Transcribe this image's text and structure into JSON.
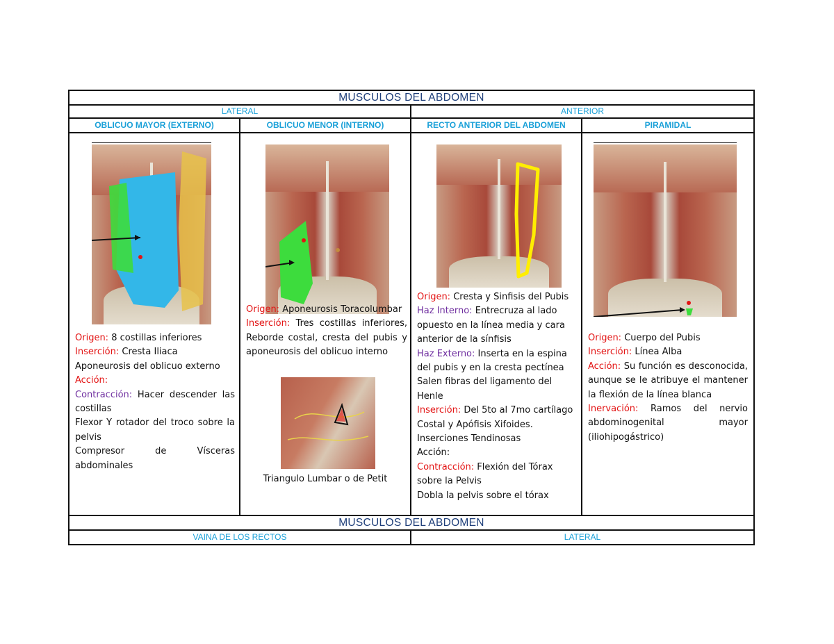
{
  "header": {
    "title": "MUSCULOS DEL ABDOMEN",
    "sections": {
      "lateral": "LATERAL",
      "anterior": "ANTERIOR"
    }
  },
  "columns": [
    "OBLICUO MAYOR (EXTERNO)",
    "OBLICUO MENOR (INTERNO)",
    "RECTO ANTERIOR DEL ABDOMEN",
    "PIRAMIDAL"
  ],
  "col1": {
    "origen_label": "Origen:",
    "origen": " 8 costillas inferiores",
    "insercion_label": "Inserción:",
    "insercion": " Cresta Iliaca",
    "aponeurosis": "Aponeurosis del oblicuo externo",
    "accion_label": "Acción:",
    "contraccion_label": "Contracción:",
    "contraccion": " Hacer descender las costillas",
    "flexor": "Flexor Y rotador del troco sobre la pelvis",
    "compresor": "Compresor de Vísceras abdominales"
  },
  "col2": {
    "origen_label": "Origen:",
    "origen": " Aponeurosis Toracolumbar",
    "insercion_label": "Inserción:",
    "insercion": " Tres costillas inferiores, Reborde costal, cresta del pubis y aponeurosis del oblicuo interno",
    "caption": "Triangulo Lumbar o de Petit"
  },
  "col3": {
    "origen_label": "Origen:",
    "origen": " Cresta y Sinfisis del Pubis",
    "haz_interno_label": "Haz Interno:",
    "haz_interno": " Entrecruza al lado opuesto en la línea media y cara anterior de la sínfisis",
    "haz_externo_label": "Haz Externo:",
    "haz_externo": "  Inserta en la espina del pubis y en la cresta pectínea",
    "salen": "Salen fibras del ligamento del Henle",
    "insercion_label": "Inserción:",
    "insercion": " Del 5to al 7mo cartílago Costal y Apófisis Xifoides. Inserciones Tendinosas",
    "accion_label": "Acción:",
    "contraccion_label": "Contracción:",
    "contraccion": " Flexión del Tórax sobre la Pelvis",
    "dobla": "Dobla la pelvis sobre el tórax"
  },
  "col4": {
    "origen_label": "Origen:",
    "origen": " Cuerpo del Pubis",
    "insercion_label": "Inserción:",
    "insercion": " Línea Alba",
    "accion_label": "Acción:",
    "accion": " Su función es desconocida, aunque se le atribuye el mantener la flexión de la línea blanca",
    "inervacion_label": "Inervación:",
    "inervacion": " Ramos del nervio abdominogenital mayor (iliohipogástrico)"
  },
  "footer": {
    "title": "MUSCULOS DEL ABDOMEN",
    "sections": {
      "vaina": "VAINA DE LOS RECTOS",
      "lateral": "LATERAL"
    }
  },
  "colors": {
    "title": "#1f3f7a",
    "section": "#1aa0d8",
    "label_red": "#e31414",
    "label_purple": "#7030a0",
    "highlight_green": "#3ddc3d",
    "highlight_blue": "#33b7e8",
    "highlight_yellow": "#ffee00"
  }
}
